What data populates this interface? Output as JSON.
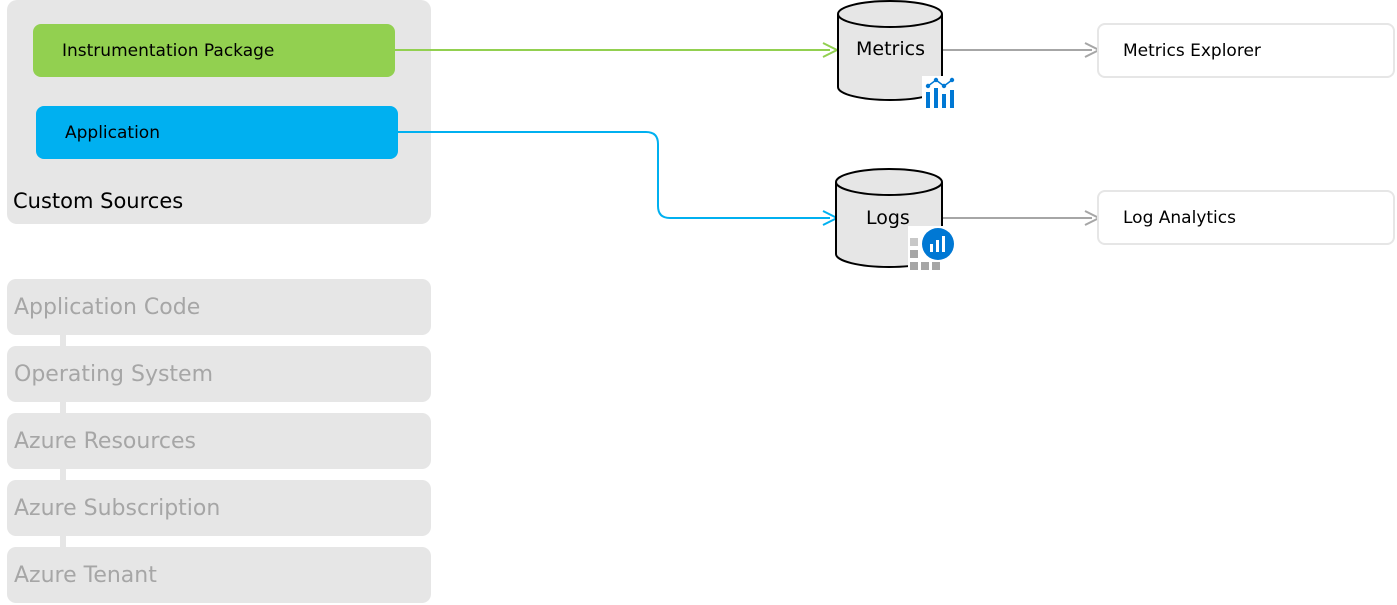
{
  "custom_sources": {
    "title": "Custom Sources",
    "instrumentation_package": "Instrumentation Package",
    "application": "Application"
  },
  "layers": [
    {
      "label": "Application Code"
    },
    {
      "label": "Operating System"
    },
    {
      "label": "Azure Resources"
    },
    {
      "label": "Azure Subscription"
    },
    {
      "label": "Azure Tenant"
    }
  ],
  "stores": {
    "metrics": "Metrics",
    "logs": "Logs"
  },
  "tools": {
    "metrics_explorer": "Metrics Explorer",
    "log_analytics": "Log Analytics"
  },
  "colors": {
    "instrumentation": "#92d050",
    "application": "#00b0f0",
    "panel": "#e6e6e6",
    "muted_text": "#a6a6a6",
    "output_arrow": "#a6a6a6",
    "azure_blue": "#0078d4"
  },
  "icons": [
    "metrics-chart-icon",
    "log-analytics-icon"
  ]
}
